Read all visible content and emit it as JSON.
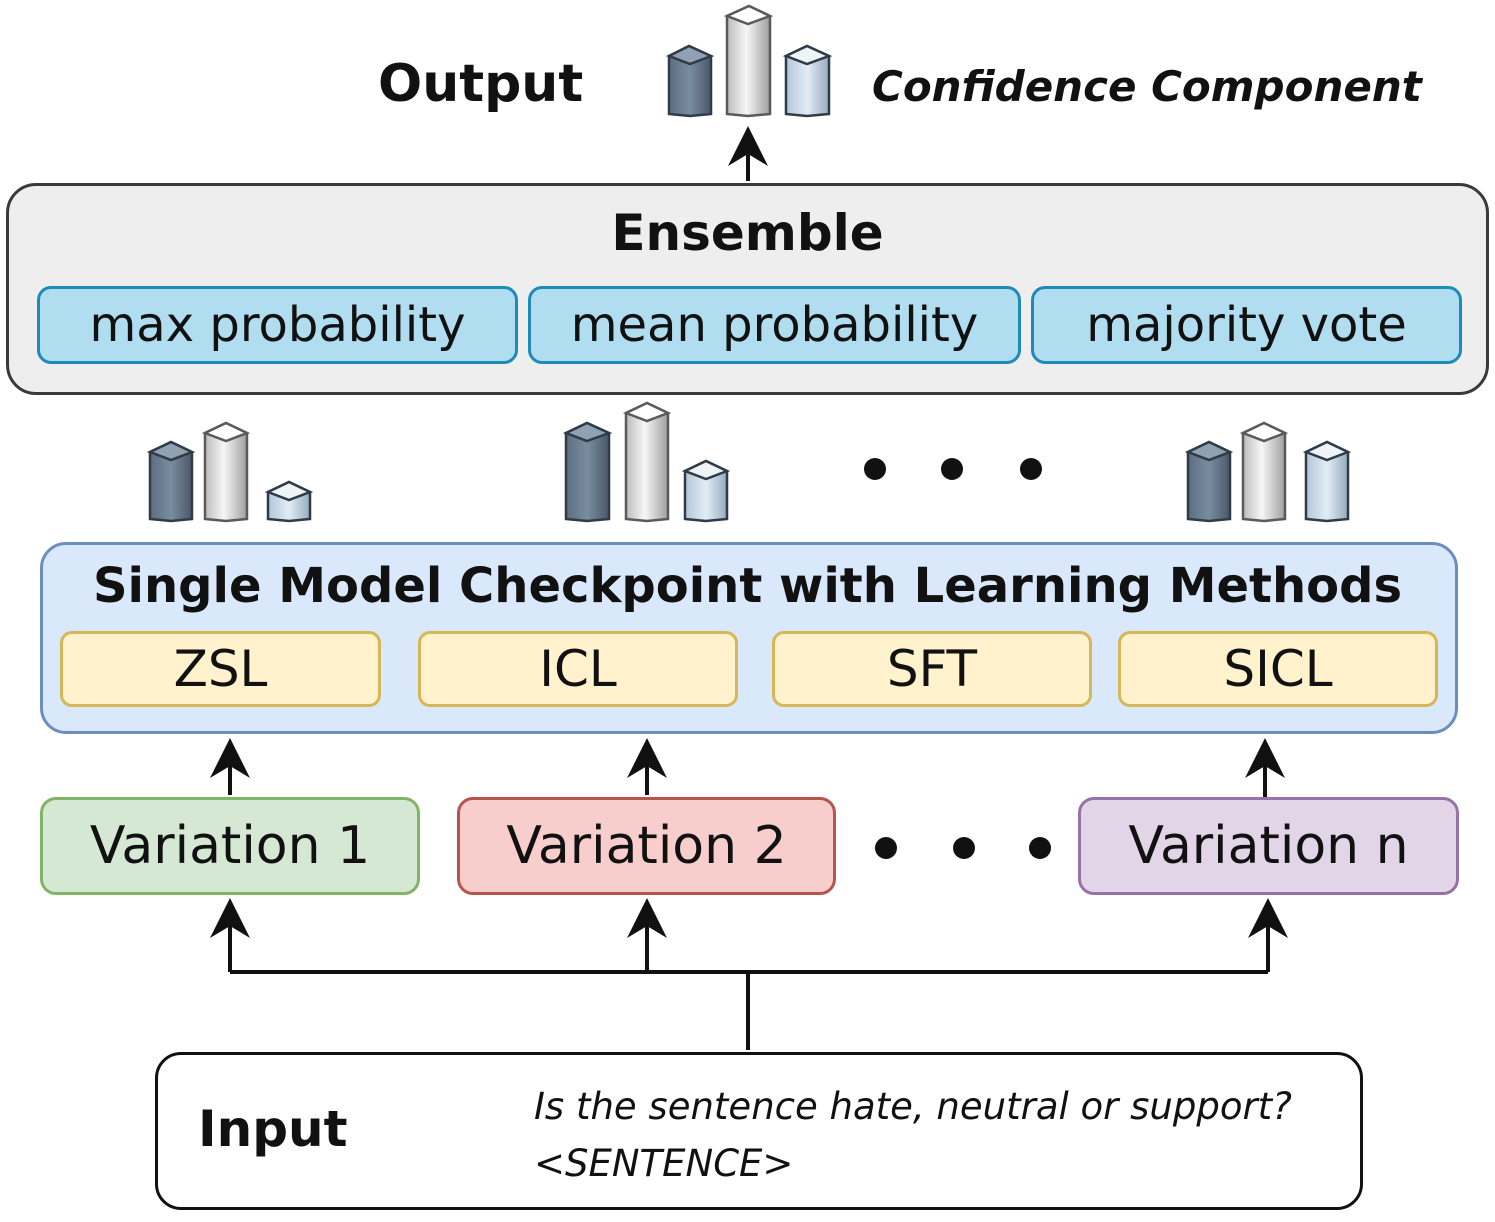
{
  "output": {
    "label": "Output",
    "confidence_label": "Confidence Component"
  },
  "ensemble": {
    "title": "Ensemble",
    "methods": [
      "max probability",
      "mean probability",
      "majority vote"
    ]
  },
  "model": {
    "title": "Single Model Checkpoint with Learning Methods",
    "learning_methods": [
      "ZSL",
      "ICL",
      "SFT",
      "SICL"
    ]
  },
  "variations": [
    "Variation 1",
    "Variation 2",
    "Variation n"
  ],
  "input": {
    "label": "Input",
    "question": "Is the sentence hate, neutral or support?",
    "sentence": "<SENTENCE>"
  },
  "colors": {
    "ensemble_fill": "#eeeeee",
    "method_fill": "#b1ddf0",
    "model_fill": "#dae8fc",
    "learning_fill": "#fff2cc",
    "variation_1": "#d5e8d4",
    "variation_2": "#f8cecc",
    "variation_n": "#e1d5e7"
  }
}
